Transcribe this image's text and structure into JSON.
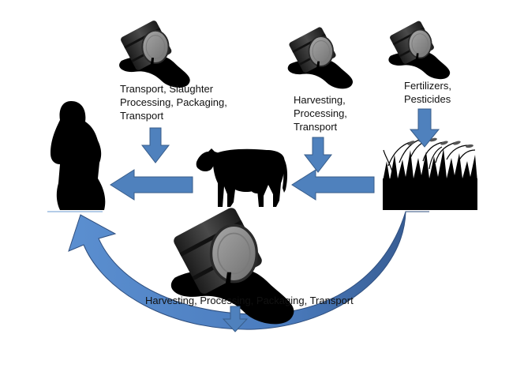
{
  "labels": {
    "meat_process": [
      "Transport, Slaughter",
      "Processing, Packaging,",
      "Transport"
    ],
    "feed_process": [
      "Harvesting,",
      "Processing,",
      "Transport"
    ],
    "farm_inputs": [
      "Fertilizers,",
      "Pesticides"
    ],
    "plant_food_process": "Harvesting, Processing, Packaging, Transport"
  },
  "colors": {
    "arrow_fill": "#4f81bd",
    "arrow_stroke": "#385d8a",
    "silhouette": "#000000",
    "barrel_dark": "#333333",
    "barrel_light": "#8c8c8c"
  },
  "icons": [
    "oil-barrel-icon",
    "person-silhouette-icon",
    "cow-silhouette-icon",
    "crop-field-icon"
  ]
}
